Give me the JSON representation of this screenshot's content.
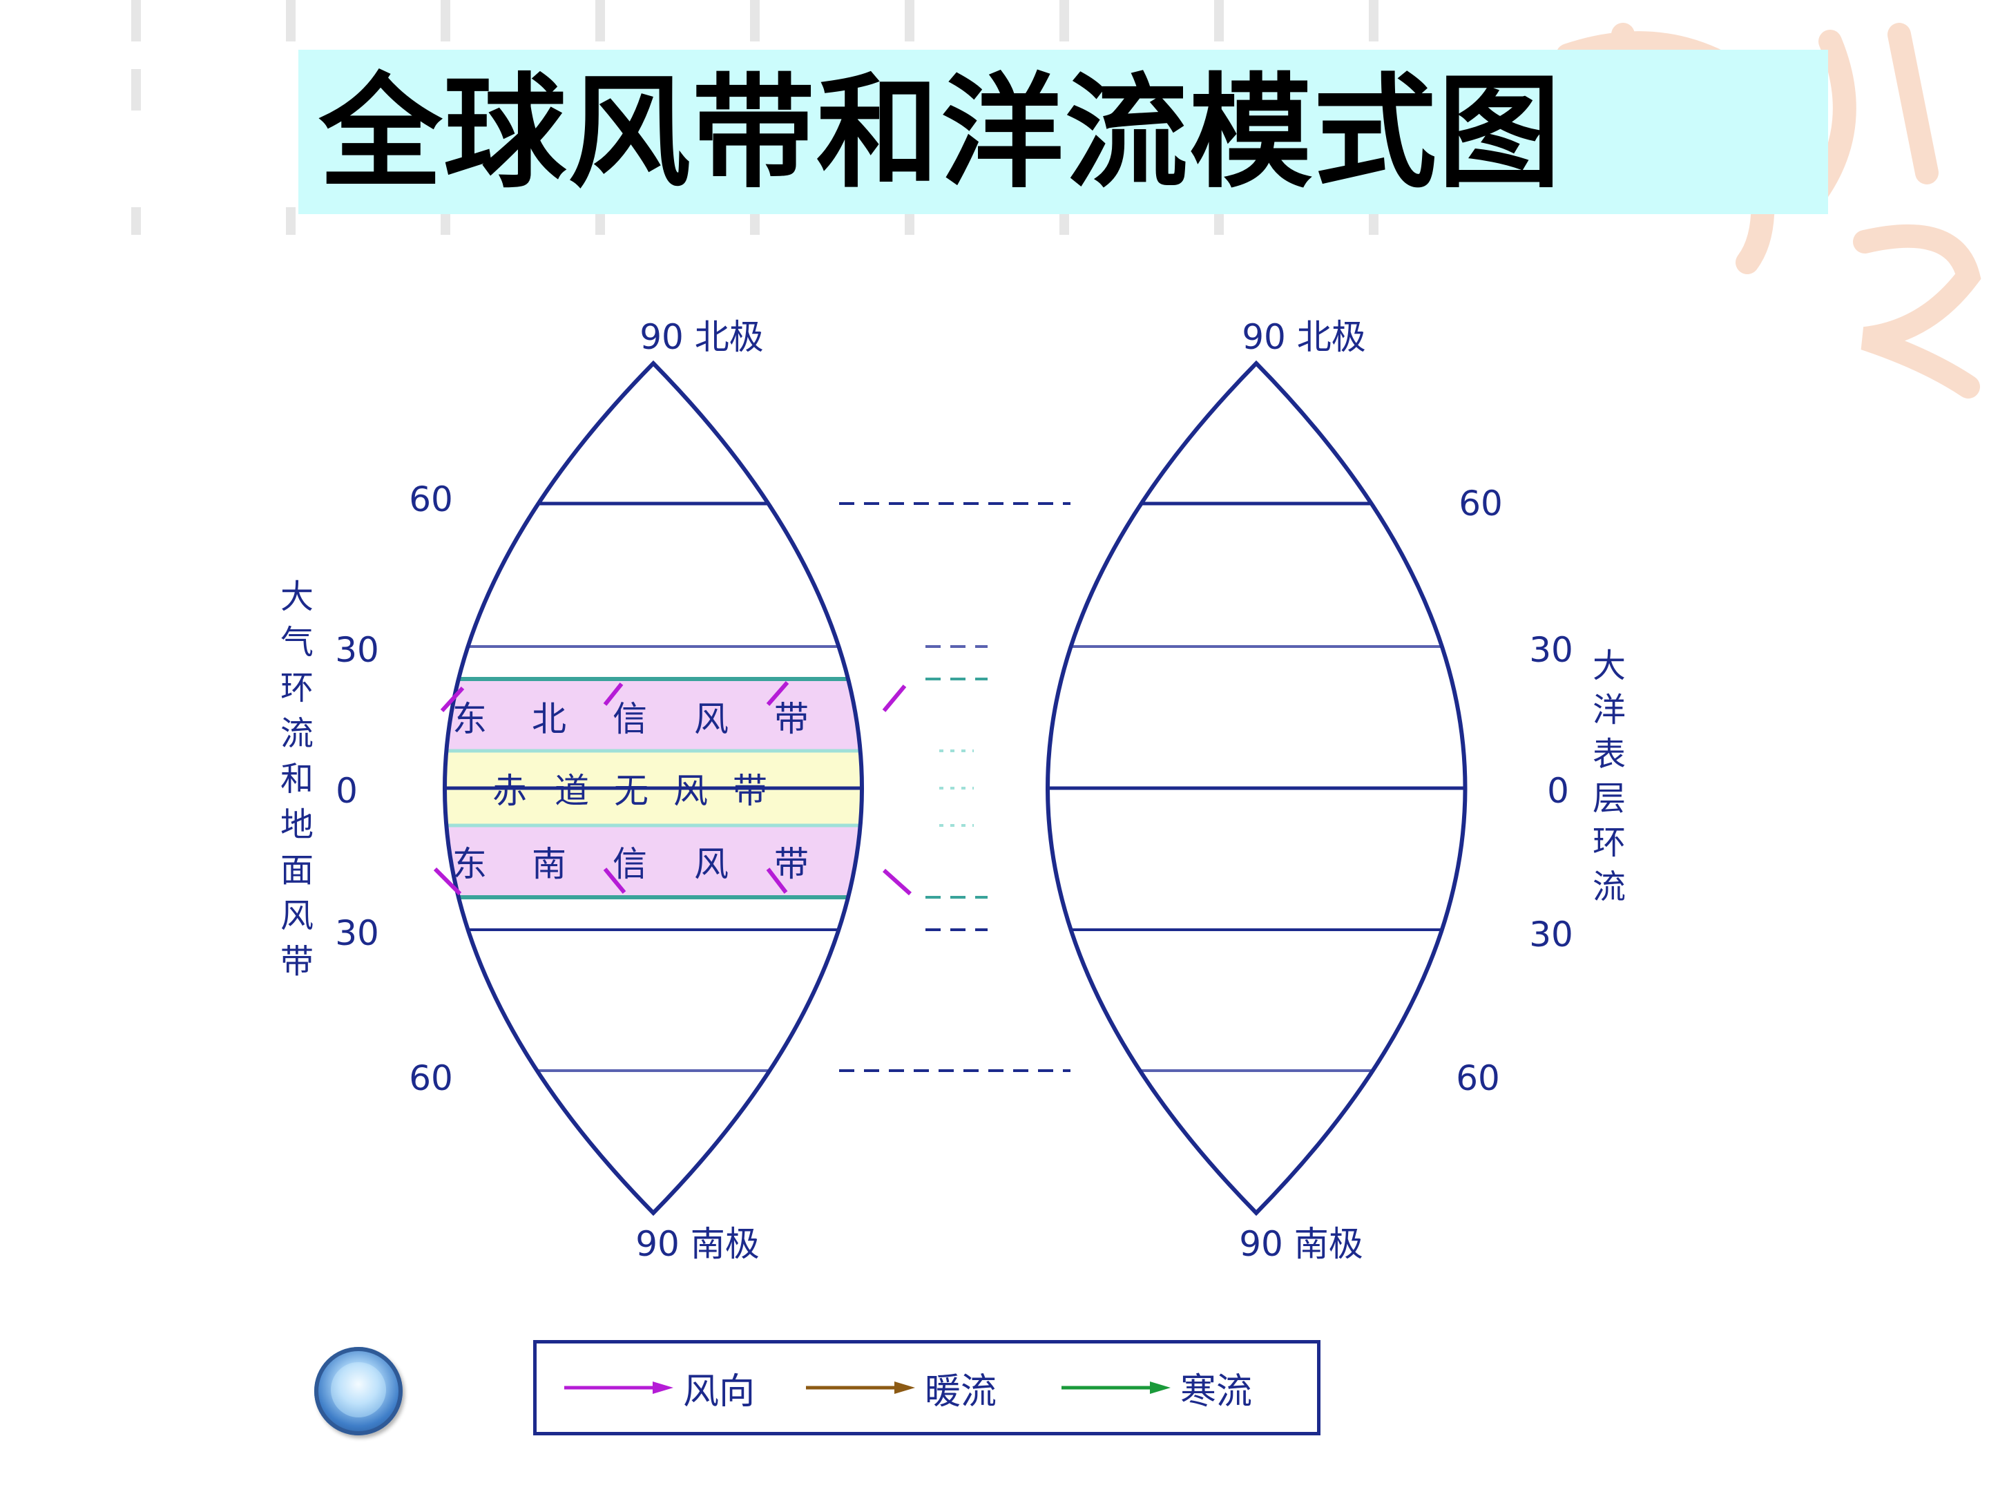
{
  "title": "全球风带和洋流模式图",
  "left_globe": {
    "pole_north": "90 北极",
    "pole_south": "90 南极",
    "lat_labels_north": [
      "60",
      "30"
    ],
    "lat_equator": "0",
    "lat_labels_south": [
      "30",
      "60"
    ],
    "side_label": "大气环流和地面风带",
    "bands": {
      "ne_trade": [
        "东",
        "北",
        "信",
        "风",
        "带"
      ],
      "doldrums": [
        "赤",
        "道",
        "无",
        "风",
        "带"
      ],
      "se_trade": [
        "东",
        "南",
        "信",
        "风",
        "带"
      ]
    }
  },
  "right_globe": {
    "pole_north": "90 北极",
    "pole_south": "90 南极",
    "lat_labels_north": [
      "60",
      "30"
    ],
    "lat_equator": "0",
    "lat_labels_south": [
      "30",
      "60"
    ],
    "side_label": "大洋表层环流"
  },
  "legend": {
    "wind_direction": "风向",
    "warm_current": "暖流",
    "cold_current": "寒流"
  },
  "colors": {
    "outline": "#1c2a8c",
    "latitude_line": "#1c2a8c",
    "trade_band_fill": "#f2d2f6",
    "doldrums_fill": "#fbfbcf",
    "teal_line": "#3aa39a",
    "wind_arrow": "#b51cd6",
    "warm_arrow": "#8c5a14",
    "cold_arrow": "#1a9a3a",
    "title_bg": "#ccfcfc"
  },
  "icons": {
    "nav_button": "round-blue-button-icon",
    "watermark": "decorative-calligraphy-watermark"
  }
}
